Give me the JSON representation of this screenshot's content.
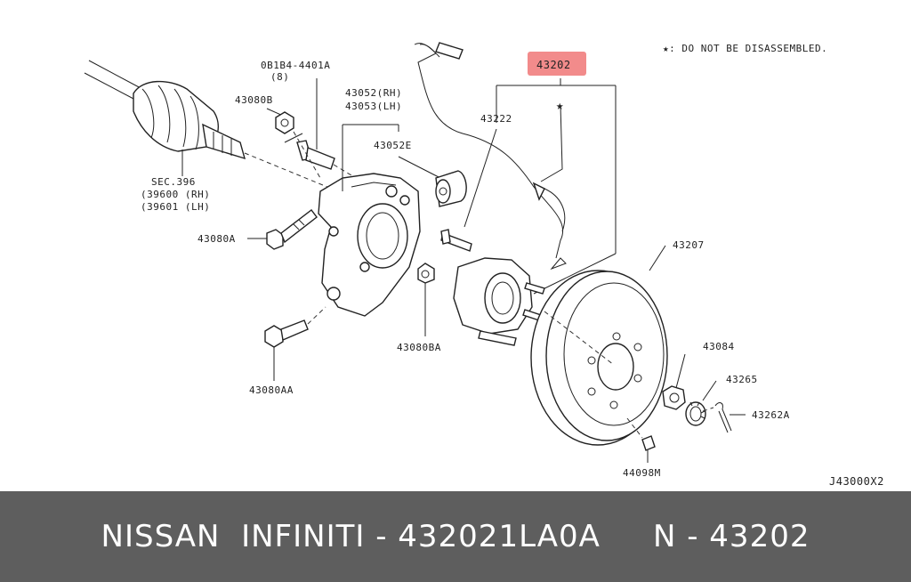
{
  "diagram": {
    "note": "★: DO NOT BE DISASSEMBLED.",
    "drawing_id": "J43000X2",
    "highlight_color": "#f28b8b",
    "highlighted_part": "43202",
    "labels": {
      "p43202": "43202",
      "p43222": "43222",
      "p08184": "0B1B4-4401A",
      "p08184_qty": "(8)",
      "p43080b": "43080B",
      "p43052rh": "43052(RH)",
      "p43053lh": "43053(LH)",
      "p43052e": "43052E",
      "sec396": "SEC.396",
      "p39600": "(39600 (RH)",
      "p39601": "(39601 (LH)",
      "p43080a": "43080A",
      "p43080ba": "43080BA",
      "p43080aa": "43080AA",
      "p43207": "43207",
      "p43084": "43084",
      "p43265": "43265",
      "p43262a": "43262A",
      "p44098m": "44098M"
    }
  },
  "footer": {
    "text": "NISSAN  INFINITI - 432021LA0A     N - 43202",
    "background": "#5e5e5e"
  }
}
